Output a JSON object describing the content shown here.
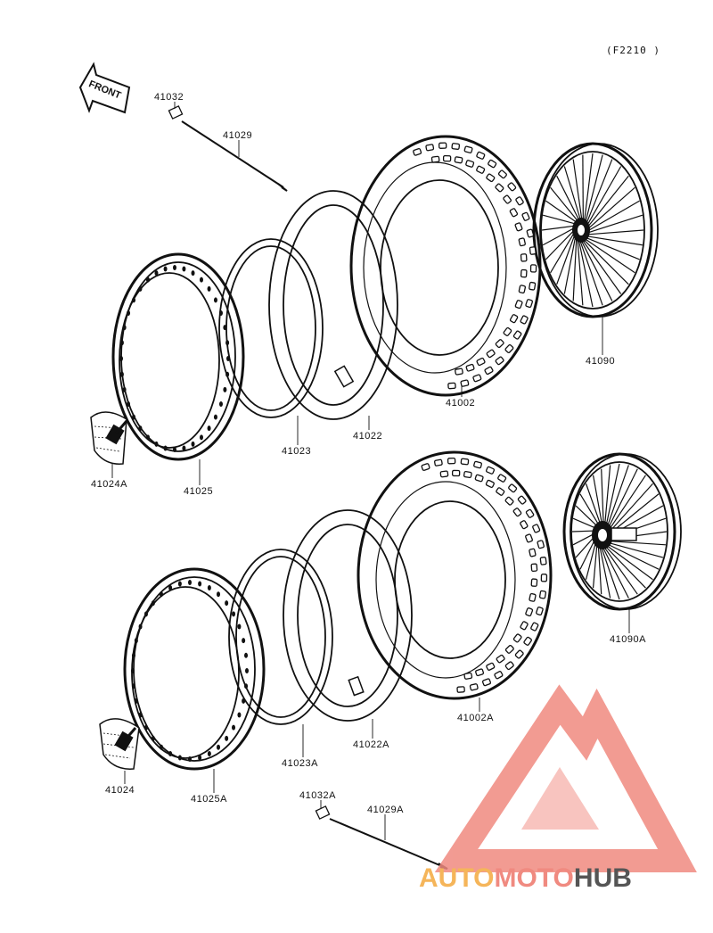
{
  "diagram_code": "(F2210 )",
  "front_label": "FRONT",
  "parts": {
    "p41032": "41032",
    "p41029": "41029",
    "p41090": "41090",
    "p41002": "41002",
    "p41022": "41022",
    "p41023": "41023",
    "p41024A": "41024A",
    "p41025": "41025",
    "p41090A": "41090A",
    "p41002A": "41002A",
    "p41022A": "41022A",
    "p41023A": "41023A",
    "p41024": "41024",
    "p41025A": "41025A",
    "p41032A": "41032A",
    "p41029A": "41029A"
  },
  "watermark": {
    "part1": "AUTO",
    "part2": "MOTO",
    "part3": "HUB",
    "color_primary": "#f08a80",
    "color_secondary": "#f5b55a",
    "color_dark": "#555555"
  }
}
